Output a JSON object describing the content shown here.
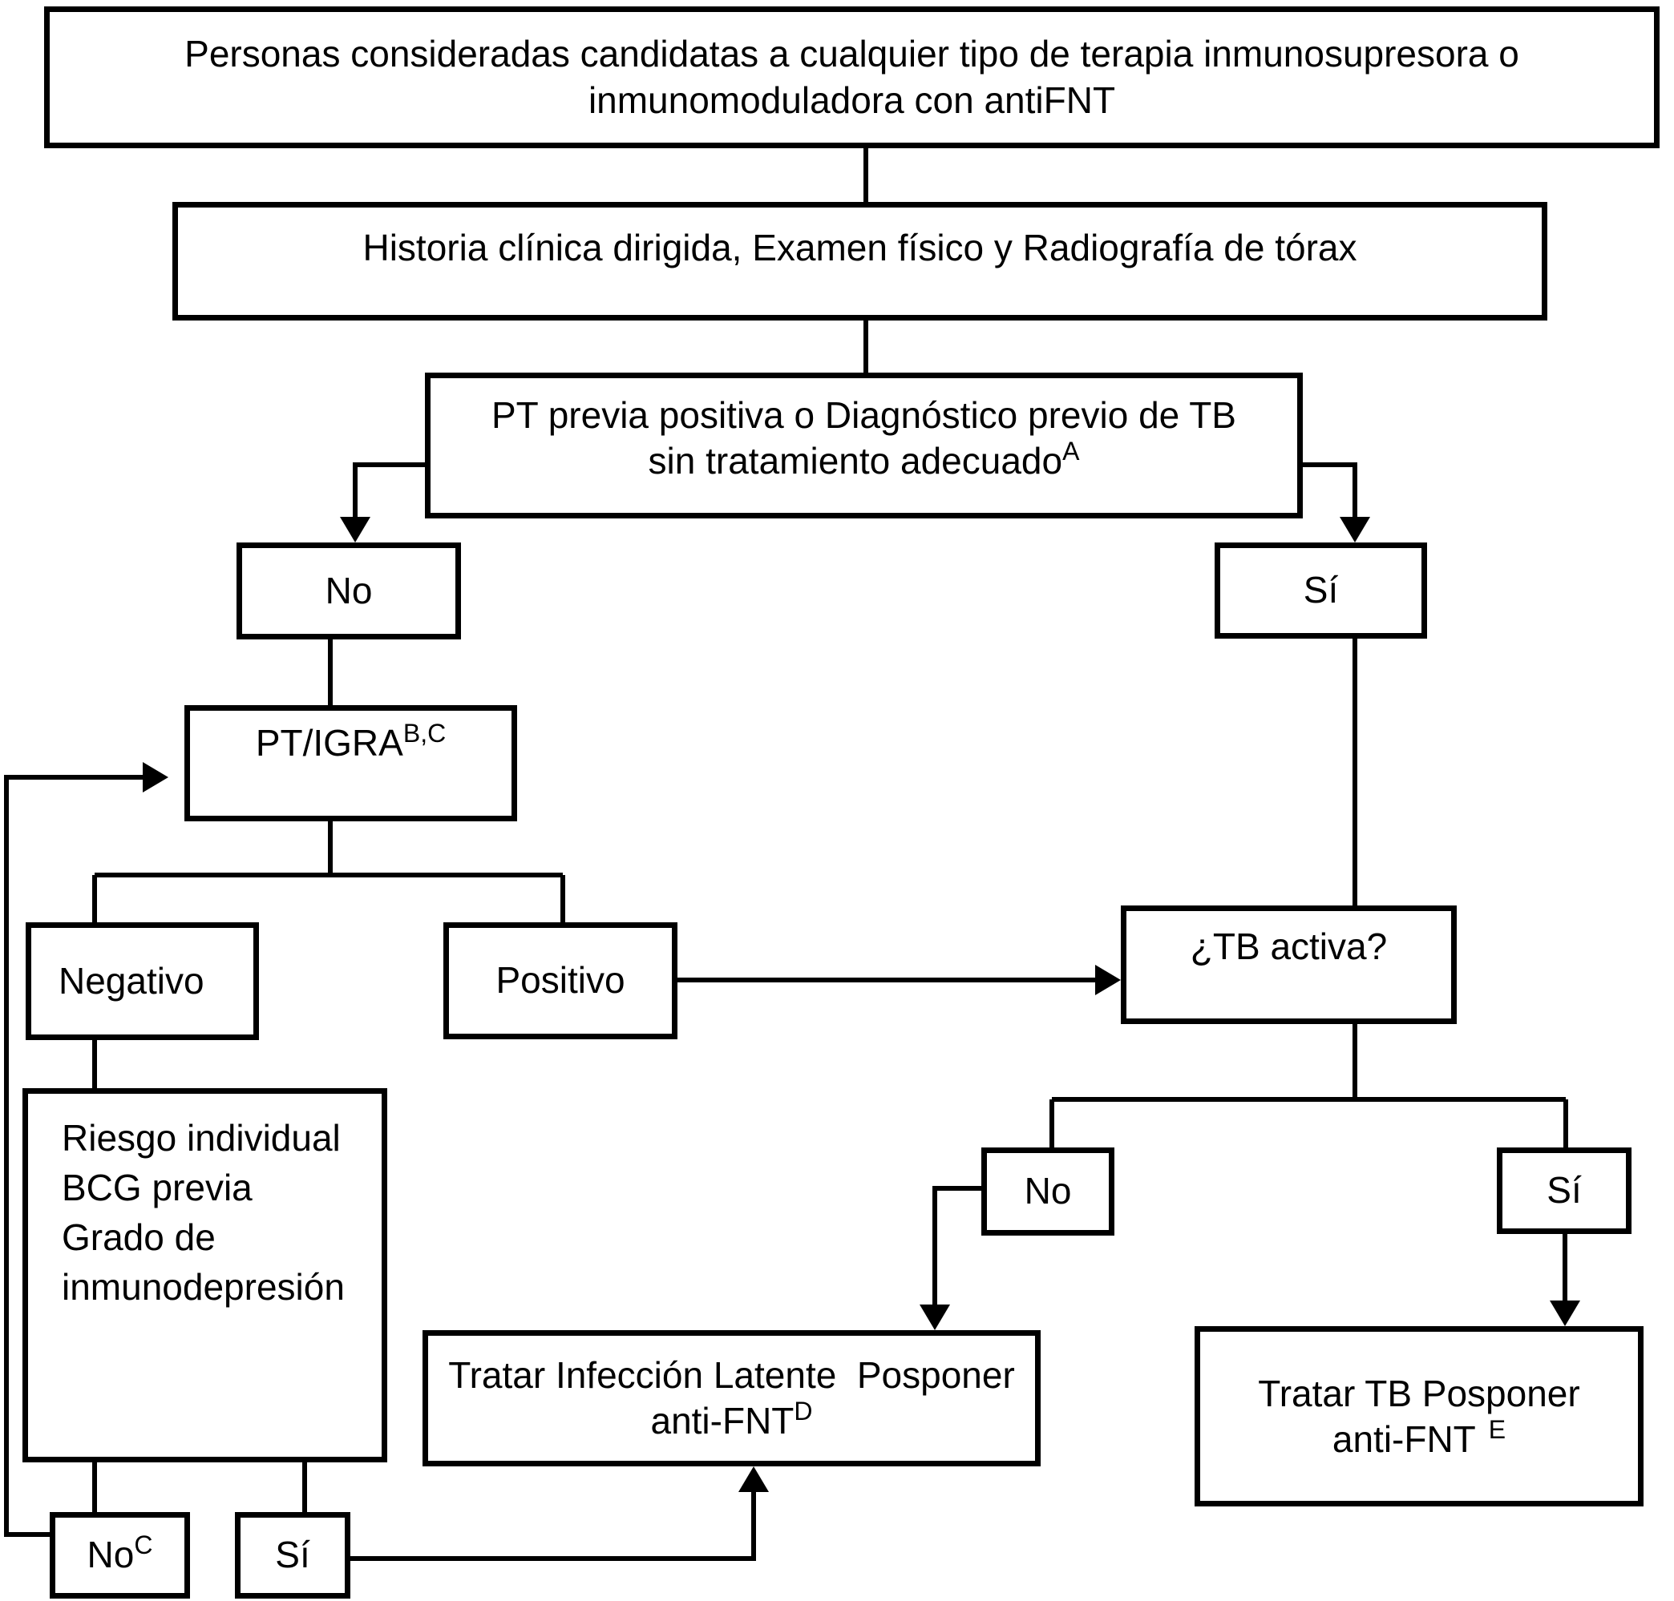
{
  "colors": {
    "background": "#ffffff",
    "line": "#000000",
    "text": "#000000"
  },
  "nodes": {
    "candidates": {
      "line1": "Personas consideradas candidatas a cualquier tipo de terapia inmunosupresora o",
      "line2": "inmunomoduladora con antiFNT"
    },
    "workup": {
      "text": "Historia clínica dirigida, Examen físico y Radiografía de tórax"
    },
    "pt_previa": {
      "line1": "PT previa positiva o Diagnóstico previo de TB",
      "line2": "sin tratamiento adecuado",
      "superscript": "A"
    },
    "no_1": {
      "text": "No"
    },
    "si_1": {
      "text": "Sí"
    },
    "pt_igra": {
      "text": "PT/IGRA",
      "superscript": "B,C"
    },
    "negativo": {
      "text": "Negativo"
    },
    "positivo": {
      "text": "Positivo"
    },
    "tb_activa": {
      "text": "¿TB activa?"
    },
    "riesgo": {
      "line1": "Riesgo individual",
      "line2": "BCG previa",
      "line3": "Grado de",
      "line4": "inmunodepresión"
    },
    "no_c": {
      "text": "No",
      "superscript": "C"
    },
    "si_retest": {
      "text": "Sí"
    },
    "no_2": {
      "text": "No"
    },
    "si_2": {
      "text": "Sí"
    },
    "tratar_latente": {
      "line1": "Tratar Infección Latente  Posponer",
      "line2": "anti-FNT",
      "superscript": "D"
    },
    "tratar_tb": {
      "line1": "Tratar TB Posponer",
      "line2": "anti-FNT",
      "superscript": "E"
    }
  }
}
